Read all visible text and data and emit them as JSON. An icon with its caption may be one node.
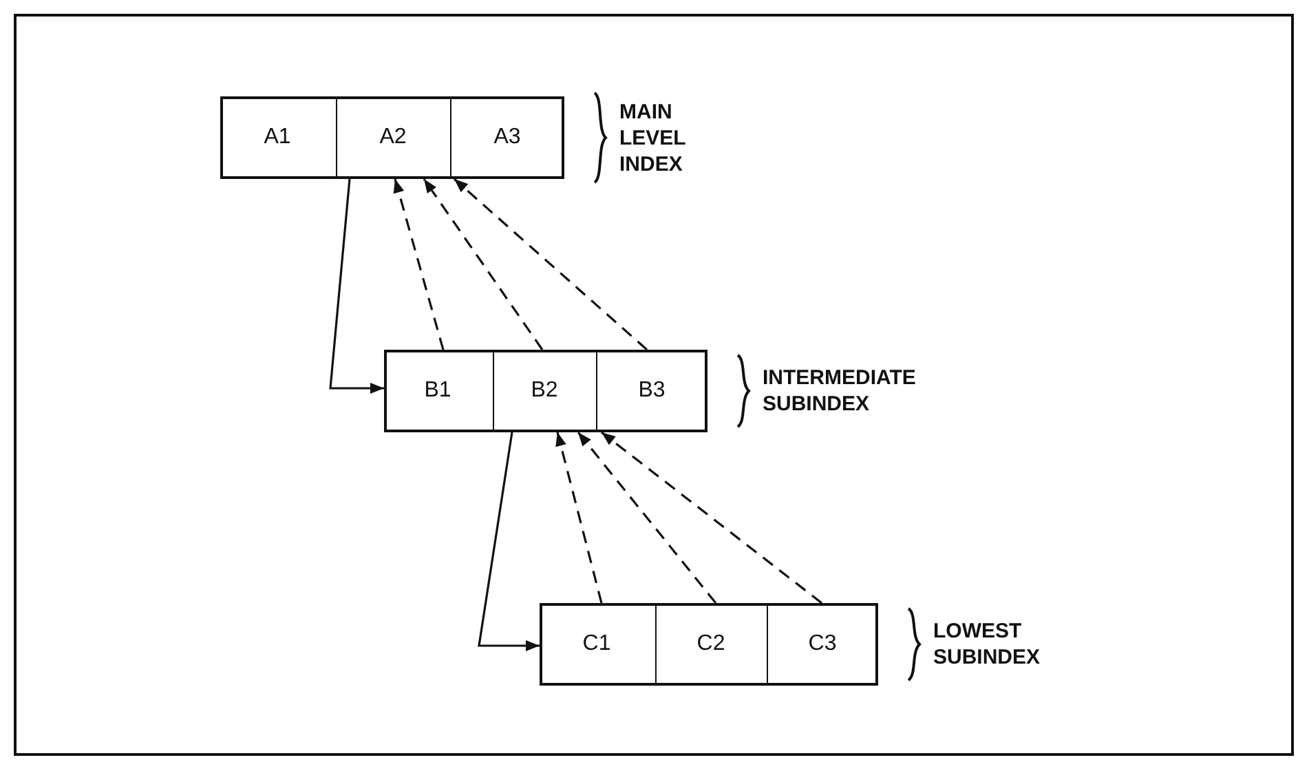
{
  "diagram": {
    "nodes": [
      {
        "text": [],
        "shape": "box",
        "beside": [
          "MAIN LEVEL INDEX"
        ]
      },
      {
        "text": [
          "A1"
        ],
        "in": 0
      },
      {
        "text": [
          "A2"
        ],
        "in": 0
      },
      {
        "text": [
          "A3"
        ],
        "in": 0
      },
      {
        "text": [],
        "shape": "box",
        "beside": [
          "INTERMEDIATE SUBINDEX"
        ]
      },
      {
        "text": [
          "B1"
        ],
        "in": 4
      },
      {
        "text": [
          "B2"
        ],
        "in": 4
      },
      {
        "text": [
          "B3"
        ],
        "in": 4
      },
      {
        "text": [],
        "shape": "box",
        "beside": [
          "LOWEST SUBINDEX"
        ]
      },
      {
        "text": [
          "C1"
        ],
        "in": 8
      },
      {
        "text": [
          "C2"
        ],
        "in": 8
      },
      {
        "text": [
          "C3"
        ],
        "in": 8
      }
    ],
    "edges": [
      {
        "from": 2,
        "to": 5,
        "arrow": "to"
      },
      {
        "from": 5,
        "to": 2,
        "arrow": "to",
        "style": "dashed"
      },
      {
        "from": 6,
        "to": 2,
        "arrow": "to",
        "style": "dashed"
      },
      {
        "from": 7,
        "to": 2,
        "arrow": "to",
        "style": "dashed"
      },
      {
        "from": 6,
        "to": 9,
        "arrow": "to"
      },
      {
        "from": 9,
        "to": 6,
        "arrow": "to",
        "style": "dashed"
      },
      {
        "from": 10,
        "to": 6,
        "arrow": "to",
        "style": "dashed"
      },
      {
        "from": 11,
        "to": 6,
        "arrow": "to",
        "style": "dashed"
      }
    ]
  }
}
